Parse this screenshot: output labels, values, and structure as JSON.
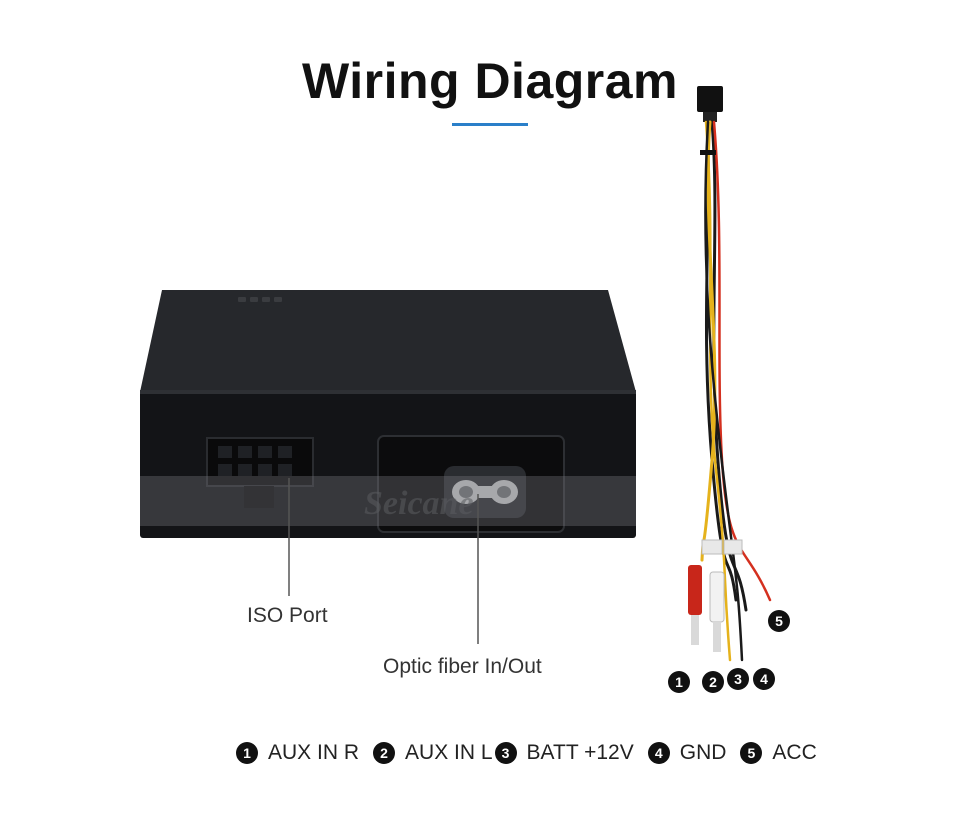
{
  "title": "Wiring Diagram",
  "watermark": "Seicane",
  "labels": {
    "iso_port": "ISO Port",
    "optic_fiber": "Optic fiber In/Out"
  },
  "legend": [
    {
      "num": "1",
      "text": "AUX IN R"
    },
    {
      "num": "2",
      "text": "AUX IN L"
    },
    {
      "num": "3",
      "text": "BATT +12V"
    },
    {
      "num": "4",
      "text": "GND"
    },
    {
      "num": "5",
      "text": "ACC"
    }
  ],
  "colors": {
    "accent": "#2a7fc9",
    "box": "#16181b",
    "wire_red": "#d4301f",
    "wire_yellow": "#e5b21c",
    "wire_black": "#1a1a1a"
  }
}
